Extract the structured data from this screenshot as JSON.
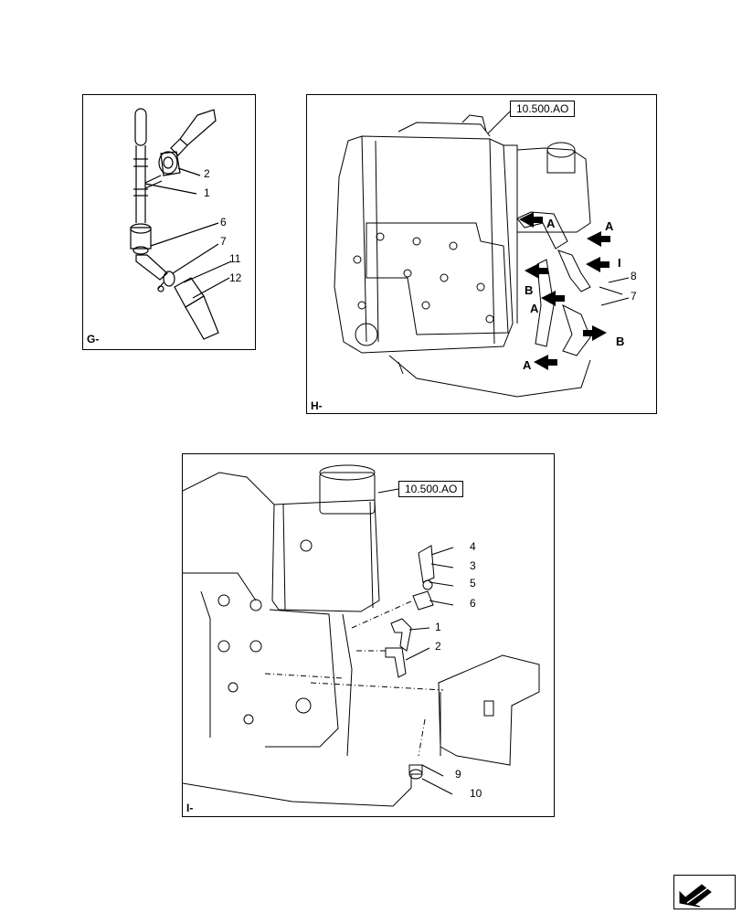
{
  "panels": {
    "g": {
      "label": "G-",
      "callouts": [
        "2",
        "1",
        "6",
        "7",
        "11",
        "12"
      ]
    },
    "h": {
      "label": "H-",
      "ref": "10.500.AO",
      "callouts": [
        "8",
        "7"
      ],
      "flow_letters": [
        "A",
        "A",
        "I",
        "B",
        "A",
        "B",
        "A"
      ]
    },
    "i": {
      "label": "I-",
      "ref": "10.500.AO",
      "callouts": [
        "4",
        "3",
        "5",
        "6",
        "1",
        "2",
        "9",
        "10"
      ]
    }
  },
  "nav": {
    "icon": "next-page-arrow-icon"
  }
}
